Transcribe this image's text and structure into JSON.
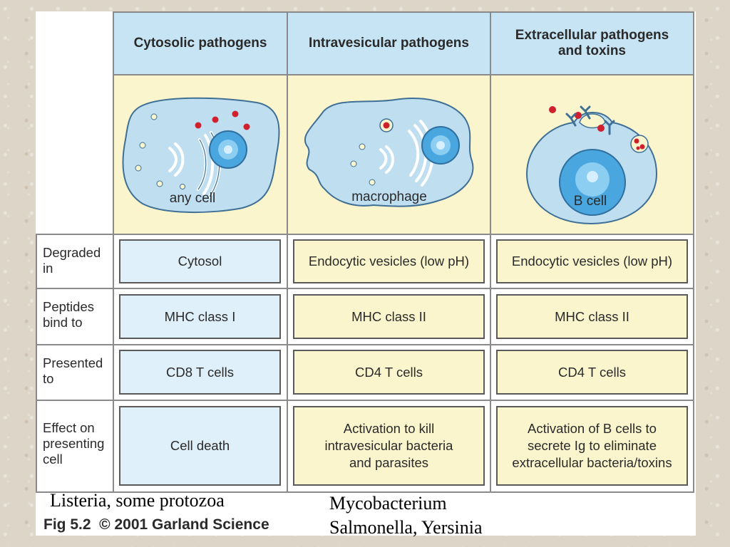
{
  "headers": {
    "cytosolic": "Cytosolic pathogens",
    "intravesicular": "Intravesicular pathogens",
    "extracellular_line1": "Extracellular pathogens",
    "extracellular_line2": "and toxins"
  },
  "cell_labels": {
    "cytosolic": "any cell",
    "intravesicular": "macrophage",
    "extracellular": "B cell"
  },
  "rows": [
    {
      "label_lines": [
        "Degraded",
        "in"
      ],
      "values": [
        [
          "Cytosol"
        ],
        [
          "Endocytic vesicles (low pH)"
        ],
        [
          "Endocytic vesicles (low pH)"
        ]
      ]
    },
    {
      "label_lines": [
        "Peptides",
        "bind to"
      ],
      "values": [
        [
          "MHC class I"
        ],
        [
          "MHC class II"
        ],
        [
          "MHC class II"
        ]
      ]
    },
    {
      "label_lines": [
        "Presented",
        "to"
      ],
      "values": [
        [
          "CD8 T cells"
        ],
        [
          "CD4 T cells"
        ],
        [
          "CD4 T cells"
        ]
      ]
    },
    {
      "label_lines": [
        "Effect on",
        "presenting",
        "cell"
      ],
      "values": [
        [
          "Cell death"
        ],
        [
          "Activation to kill",
          "intravesicular bacteria",
          "and parasites"
        ],
        [
          "Activation of B cells to",
          "secrete Ig to eliminate",
          "extracellular bacteria/toxins"
        ]
      ]
    }
  ],
  "caption": "Fig 5.2  © 2001 Garland Science",
  "notes": {
    "cytosolic": "Listeria, some protozoa",
    "intravesicular_line1": "Mycobacterium",
    "intravesicular_line2": "Salmonella, Yersinia"
  },
  "colors": {
    "header_blue": "#c6e4f4",
    "panel_yellow": "#fbf5cd",
    "box_blue": "#dff0fa",
    "pathogen_red": "#d0202e",
    "cell_blue": "#bfdff1",
    "nucleus_blue": "#4aa6df"
  }
}
